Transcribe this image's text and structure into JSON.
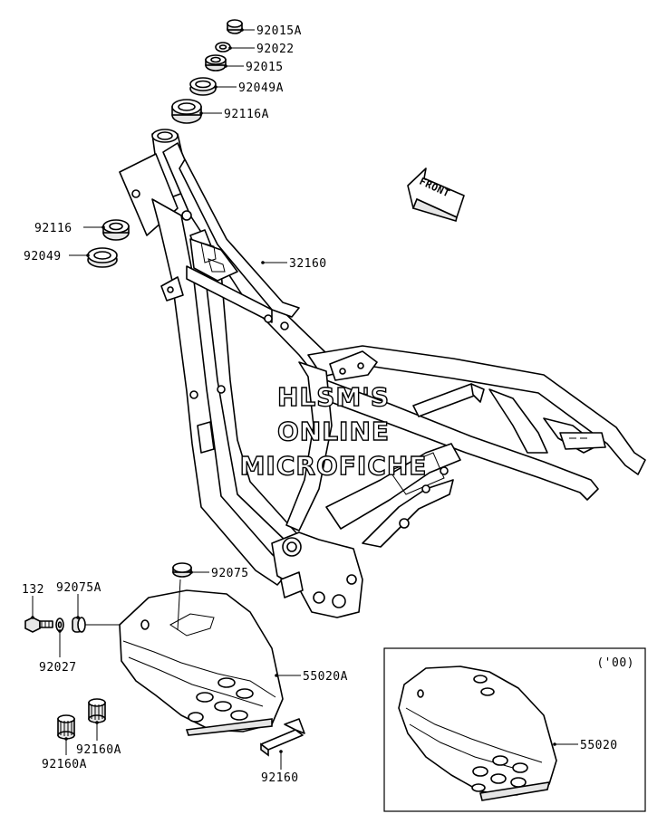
{
  "watermark": [
    "HLSM'S",
    "ONLINE",
    "MICROFICHE"
  ],
  "front_arrow_text": "FRONT",
  "variant_note": "('00)",
  "parts": [
    {
      "key": "p92015A_top",
      "label": "92015A"
    },
    {
      "key": "p92022",
      "label": "92022"
    },
    {
      "key": "p92015",
      "label": "92015"
    },
    {
      "key": "p92049A",
      "label": "92049A"
    },
    {
      "key": "p92116A",
      "label": "92116A"
    },
    {
      "key": "p92116",
      "label": "92116"
    },
    {
      "key": "p92049",
      "label": "92049"
    },
    {
      "key": "p32160",
      "label": "32160"
    },
    {
      "key": "p92075",
      "label": "92075"
    },
    {
      "key": "p132",
      "label": "132"
    },
    {
      "key": "p92075A",
      "label": "92075A"
    },
    {
      "key": "p92027",
      "label": "92027"
    },
    {
      "key": "p55020A",
      "label": "55020A"
    },
    {
      "key": "p92160A_a",
      "label": "92160A"
    },
    {
      "key": "p92160A_b",
      "label": "92160A"
    },
    {
      "key": "p92160",
      "label": "92160"
    },
    {
      "key": "p55020",
      "label": "55020"
    }
  ]
}
